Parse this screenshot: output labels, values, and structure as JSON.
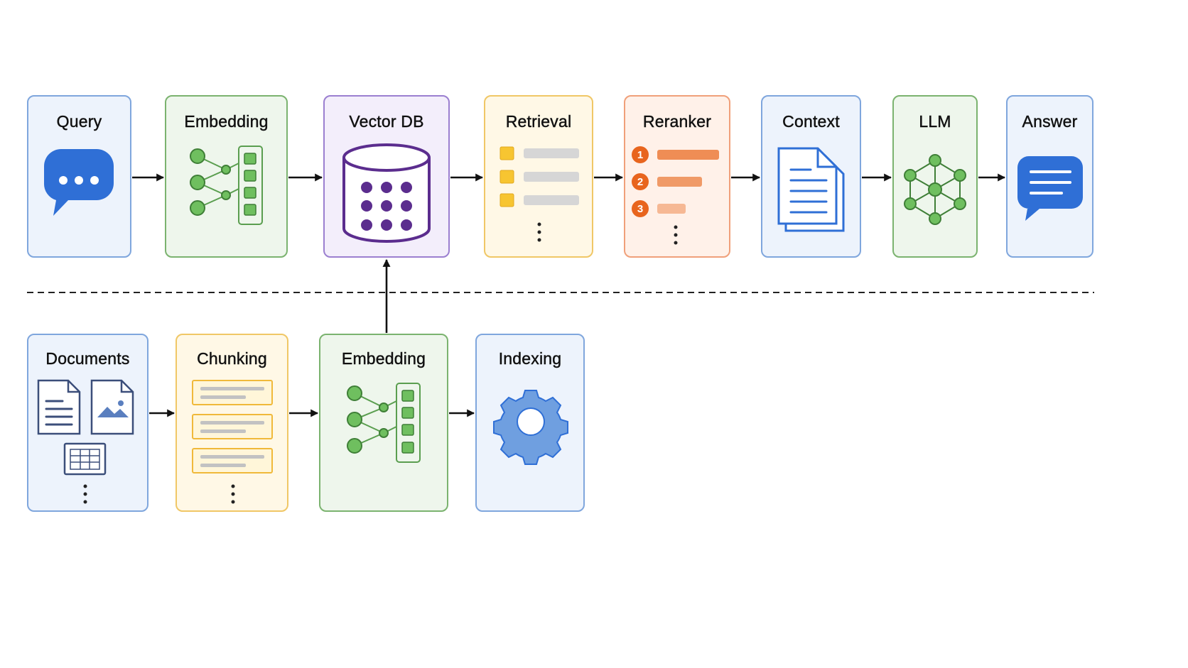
{
  "query_pipeline": [
    {
      "title": "Query",
      "icon": "chat-bubble-icon"
    },
    {
      "title": "Embedding",
      "icon": "embedding-network-icon"
    },
    {
      "title": "Vector DB",
      "icon": "database-cylinder-icon"
    },
    {
      "title": "Retrieval",
      "icon": "result-list-icon"
    },
    {
      "title": "Reranker",
      "icon": "ranked-list-icon"
    },
    {
      "title": "Context",
      "icon": "document-stack-icon"
    },
    {
      "title": "LLM",
      "icon": "neural-network-icon"
    },
    {
      "title": "Answer",
      "icon": "answer-bubble-icon"
    }
  ],
  "index_pipeline": [
    {
      "title": "Documents",
      "icon": "documents-icon"
    },
    {
      "title": "Chunking",
      "icon": "chunks-icon"
    },
    {
      "title": "Embedding",
      "icon": "embedding-network-icon"
    },
    {
      "title": "Indexing",
      "icon": "gear-icon"
    }
  ],
  "reranker_ranks": [
    "1",
    "2",
    "3"
  ],
  "colors": {
    "blue": "#2f6fd6",
    "green": "#5a9e4f",
    "purple": "#5b2d8e",
    "yellow": "#f7c531",
    "orange": "#e8651e",
    "arrow": "#111111"
  }
}
